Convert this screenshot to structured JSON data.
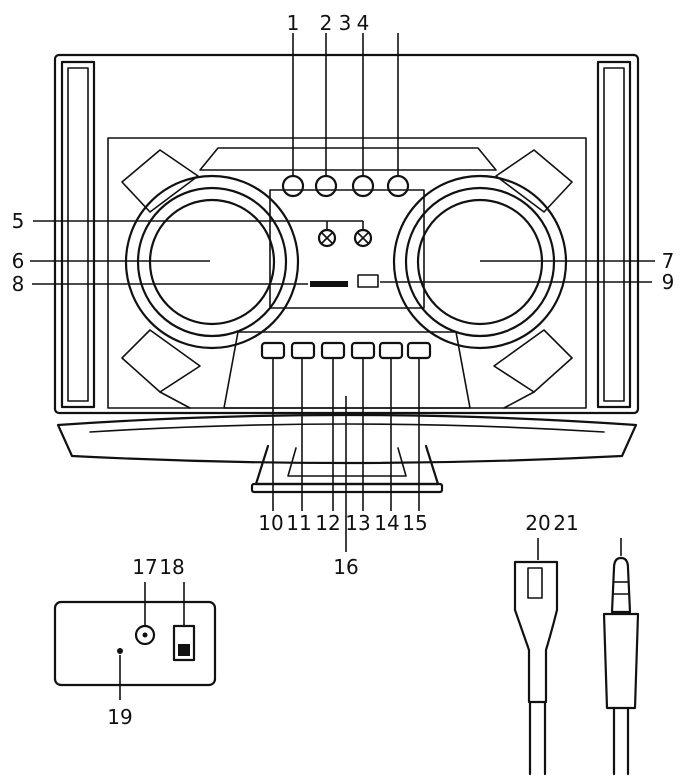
{
  "callouts": {
    "n1": "1",
    "n2": "2",
    "n3": "3",
    "n4": "4",
    "n5": "5",
    "n6": "6",
    "n7": "7",
    "n8": "8",
    "n9": "9",
    "n10": "10",
    "n11": "11",
    "n12": "12",
    "n13": "13",
    "n14": "14",
    "n15": "15",
    "n16": "16",
    "n17": "17",
    "n18": "18",
    "n19": "19",
    "n20": "20",
    "n21": "21"
  },
  "colors": {
    "line": "#111111",
    "background": "#ffffff"
  }
}
